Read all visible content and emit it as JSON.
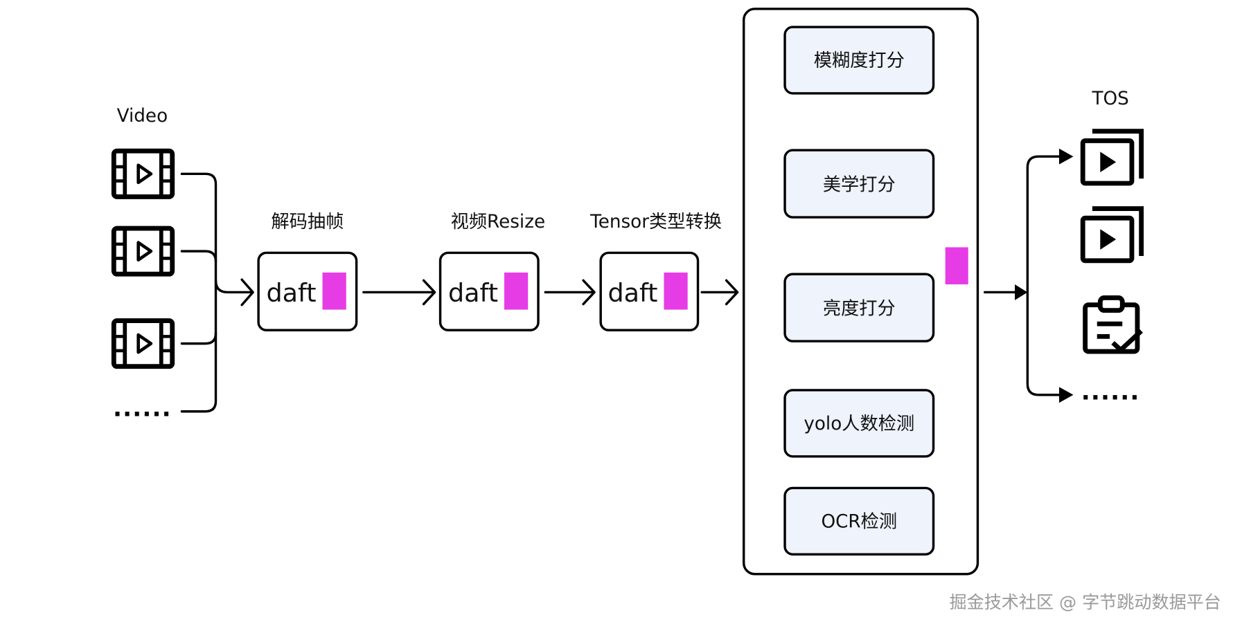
{
  "diagram": {
    "source": {
      "label": "Video",
      "more": "......"
    },
    "stages": [
      {
        "label": "解码抽帧",
        "box_text": "daft"
      },
      {
        "label": "视频Resize",
        "box_text": "daft"
      },
      {
        "label": "Tensor类型转换",
        "box_text": "daft"
      }
    ],
    "operators": [
      "模糊度打分",
      "美学打分",
      "亮度打分",
      "yolo人数检测",
      "OCR检测"
    ],
    "sink": {
      "label": "TOS",
      "more": "......"
    },
    "watermark": "掘金技术社区 @ 字节跳动数据平台"
  },
  "colors": {
    "accent": "#e63ce6",
    "operator_fill": "#eef3fc",
    "line": "#000000"
  },
  "icons": [
    "video-film-icon",
    "video-stack-icon",
    "clipboard-check-icon"
  ]
}
